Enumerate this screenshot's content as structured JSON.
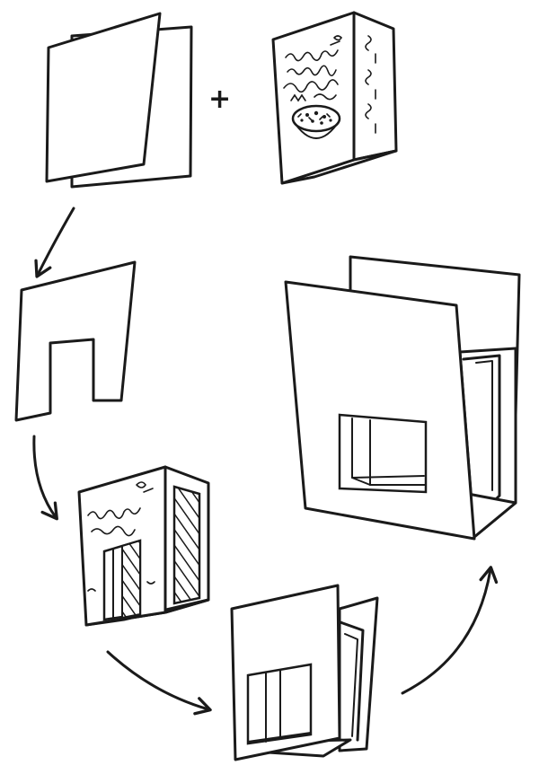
{
  "diagram": {
    "operator": "+",
    "steps": [
      "two-sheets",
      "cereal-box",
      "cut-sheet",
      "cut-box",
      "assembled-insert",
      "finished-frame"
    ],
    "arrows": [
      "sheets-to-cut-sheet",
      "cut-sheet-to-cut-box",
      "cut-box-to-assembly",
      "assembly-to-finished"
    ]
  }
}
